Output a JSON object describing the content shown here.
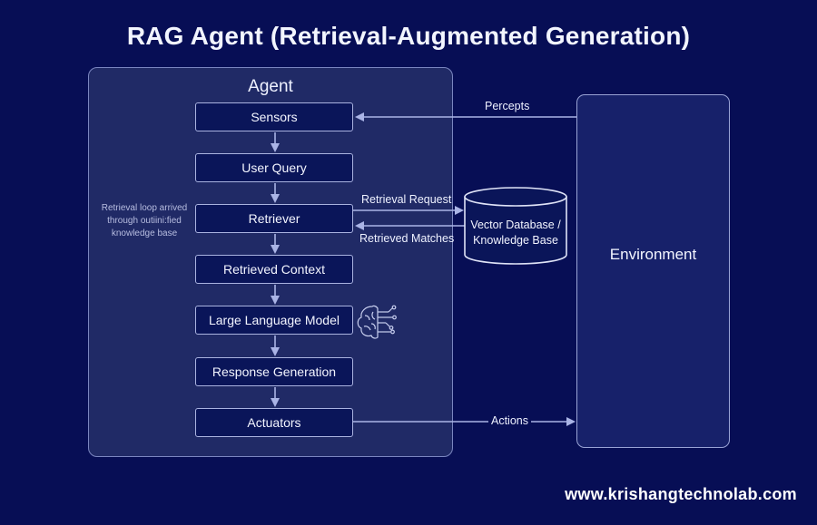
{
  "title": "RAG Agent (Retrieval-Augmented Generation)",
  "agent": {
    "label": "Agent",
    "steps": [
      "Sensors",
      "User Query",
      "Retriever",
      "Retrieved Context",
      "Large Language Model",
      "Response Generation",
      "Actuators"
    ],
    "side_note": "Retrieval loop arrived through outiini:fied knowledge base"
  },
  "database": {
    "label_line1": "Vector Database /",
    "label_line2": "Knowledge Base"
  },
  "environment": {
    "label": "Environment"
  },
  "edges": {
    "percepts": "Percepts",
    "retrieval_request": "Retrieval Request",
    "retrieved_matches": "Retrieved Matches",
    "actions": "Actions"
  },
  "icons": {
    "llm": "brain-circuit-icon"
  },
  "footer": "www.krishangtechnolab.com",
  "colors": {
    "background": "#070e55",
    "panel": "#202a66",
    "step_fill": "#0a1559",
    "arrow": "#aab4e6"
  }
}
